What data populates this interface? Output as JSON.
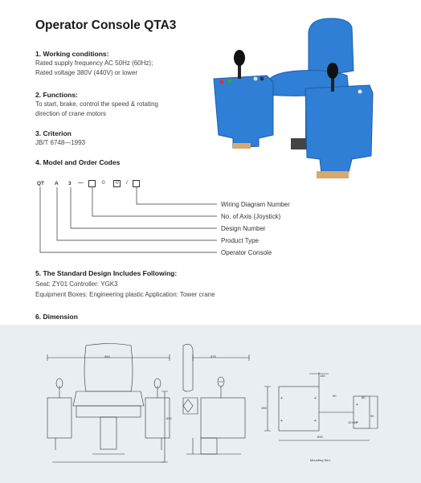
{
  "page": {
    "title": "Operator Console QTA3"
  },
  "sections": {
    "working": {
      "heading": "1. Working conditions:",
      "lines": [
        "Rated supply frequency AC 50Hz (60Hz);",
        "Rated voltage 380V (440V) or lower"
      ]
    },
    "functions": {
      "heading": "2. Functions:",
      "lines": [
        "To start, brake, control the speed & rotating",
        "direction of crane motors"
      ]
    },
    "criterion": {
      "heading": "3. Criterion",
      "lines": [
        "JB/T 6748—1993"
      ]
    },
    "model": {
      "heading": "4. Model and Order Codes",
      "codes": [
        "QT",
        "A",
        "3"
      ],
      "dash": "—",
      "box_texts": [
        "0",
        "0",
        "/"
      ],
      "legend": [
        "Wiring Diagram Number",
        "No. of Axis (Joystick)",
        "Design Number",
        "Product Type",
        "Operator Console"
      ]
    },
    "standard": {
      "heading": "5. The Standard Design Includes Following:",
      "lines": [
        "Seat: ZY01    Controller: YGK3",
        "Equipment Boxes: Engineering plastic    Application: Tower crane"
      ]
    },
    "dimension": {
      "heading": "6. Dimension"
    }
  },
  "drawing": {
    "labels": {
      "front_width": "960",
      "front_height": "600",
      "side_width": "575",
      "plan_top": "140",
      "plan_right": "90",
      "plan_left": "155",
      "plan_bottom": "890",
      "plan_slot": "12×59",
      "plan_r1": "80",
      "plan_r2": "90",
      "mounting": "Mounting Dim."
    }
  },
  "colors": {
    "box_blue": "#2f7fd6",
    "dim_bg": "#e9eef2",
    "line": "#333333"
  }
}
